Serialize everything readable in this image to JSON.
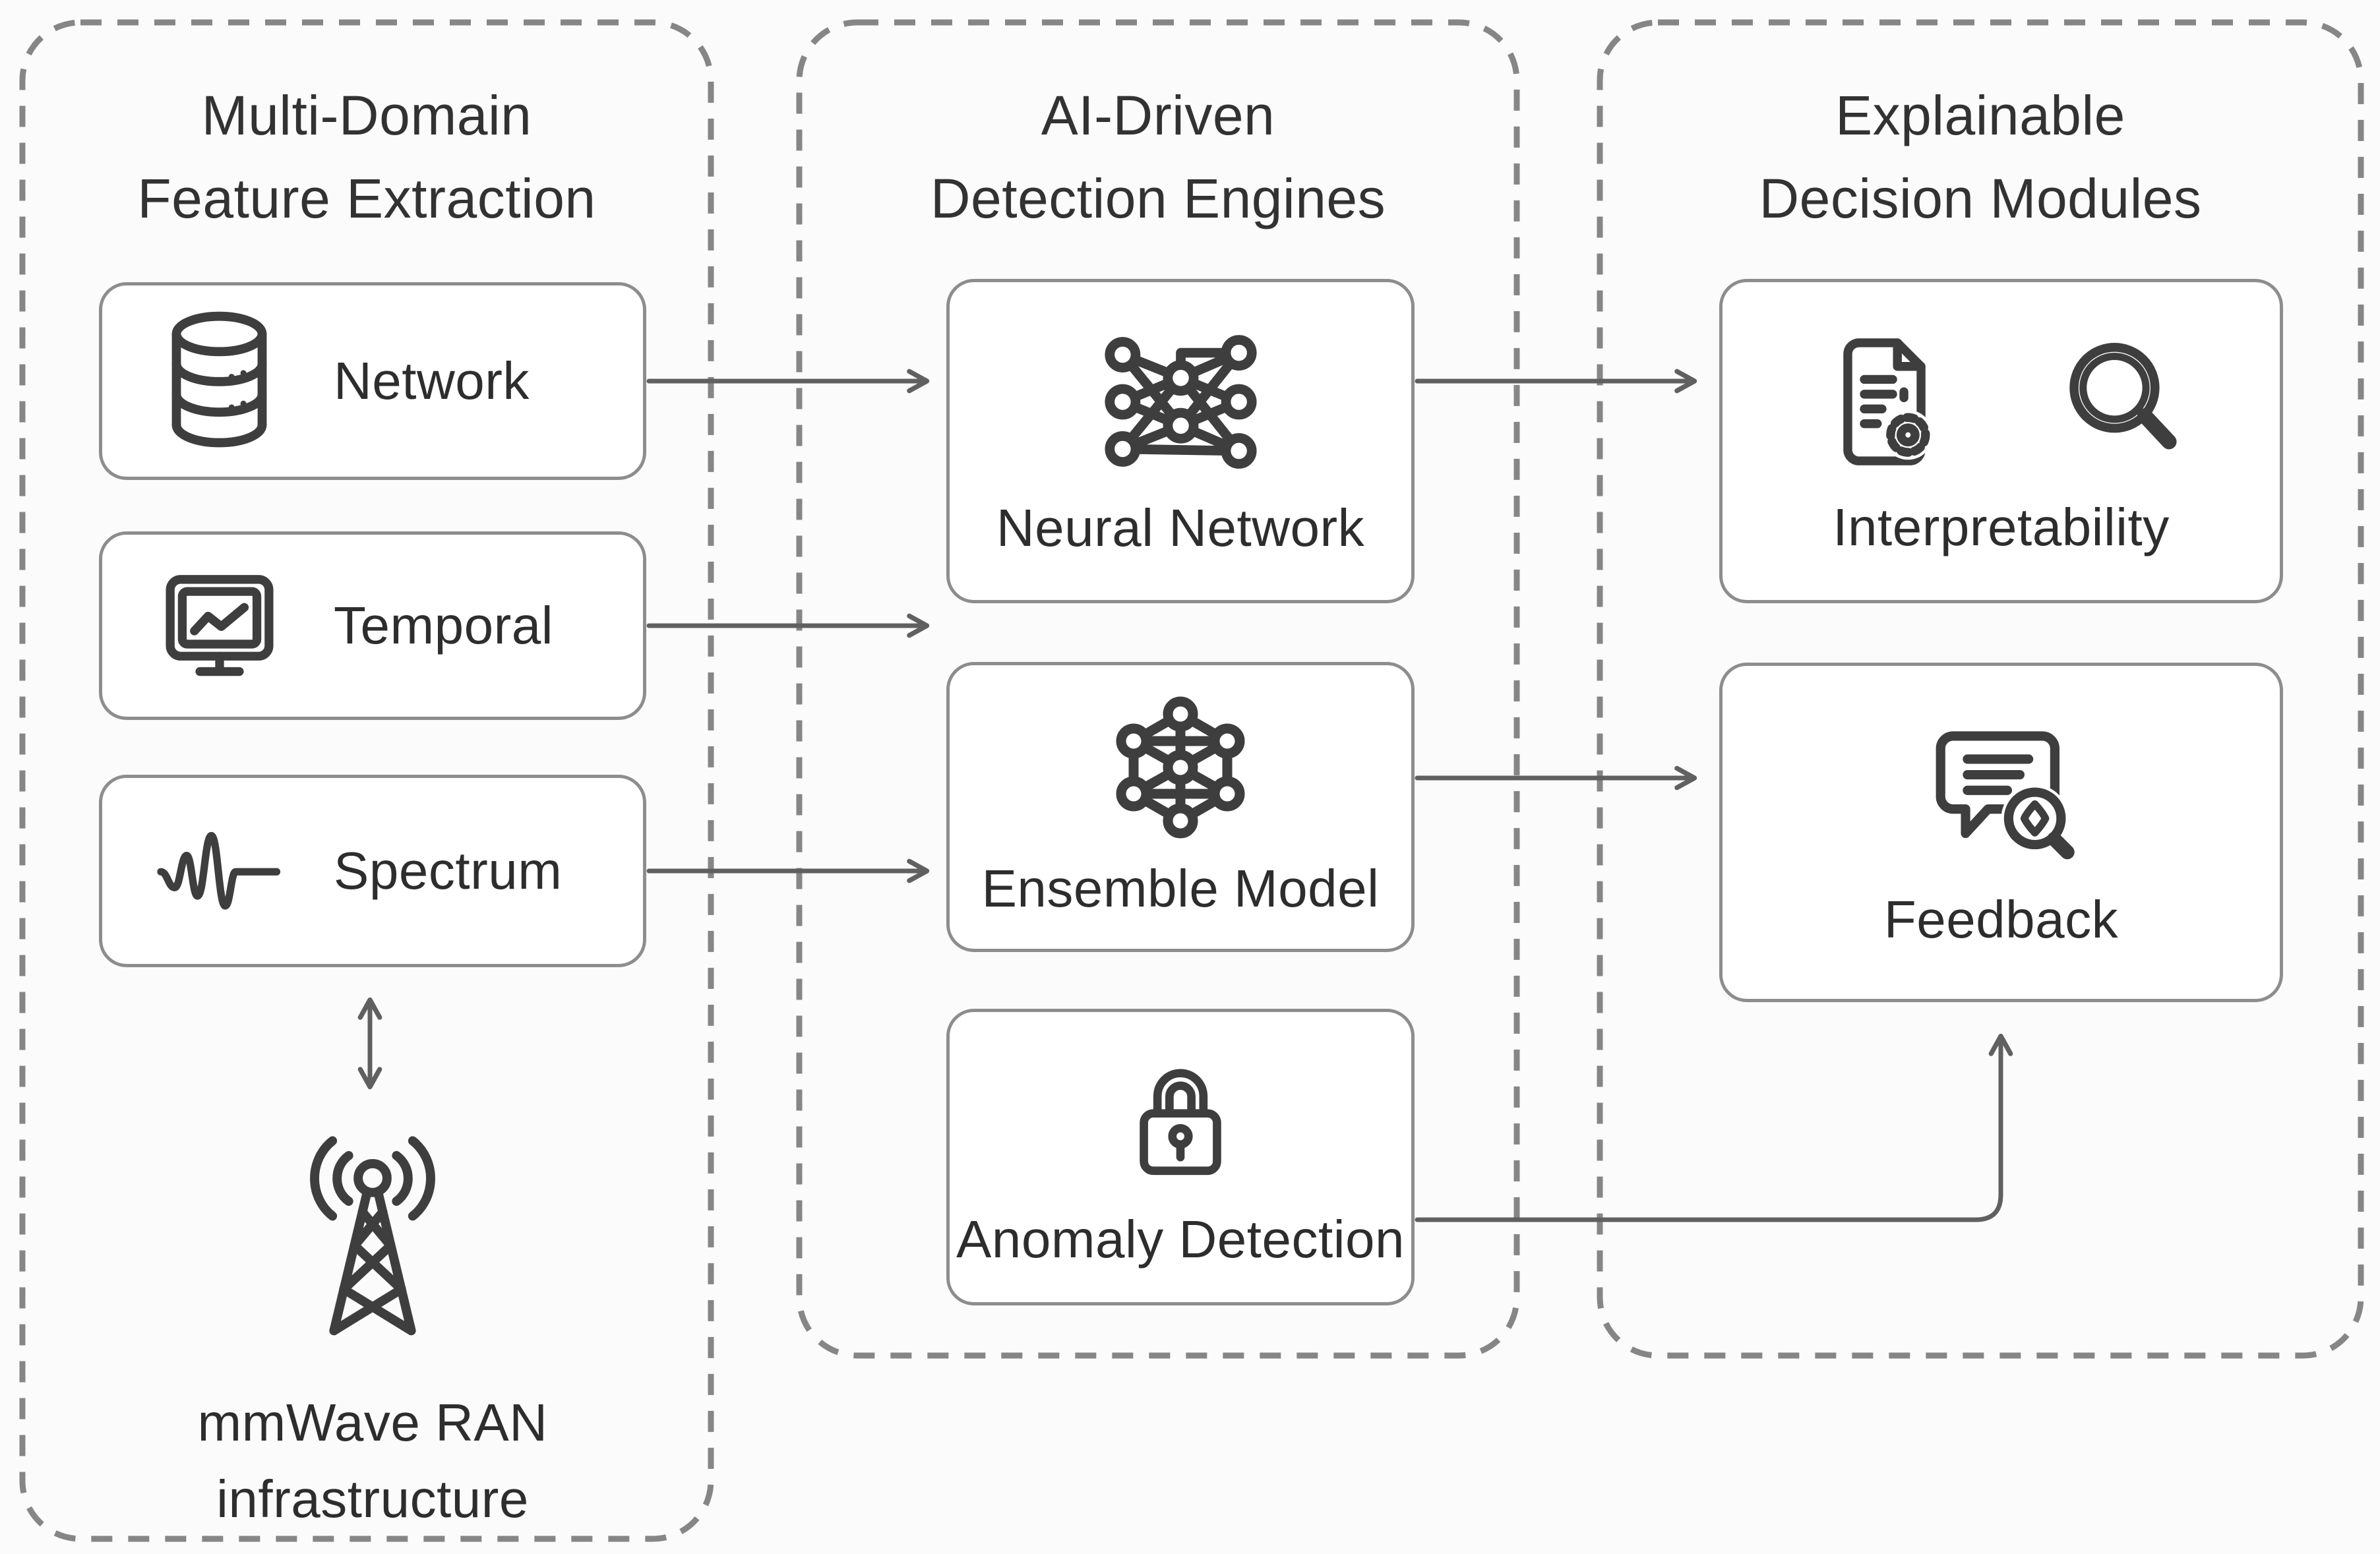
{
  "figure": {
    "type": "flow-diagram",
    "colors": {
      "background": "#fbfbfb",
      "box_fill": "#ffffff",
      "box_border": "#8d8d8d",
      "container_dash": "#868686",
      "arrow": "#606060",
      "icon_stroke": "#3e3e3e",
      "text": "#2d2d2d"
    },
    "columns": {
      "feature_extraction": {
        "title_line1": "Multi-Domain",
        "title_line2": "Feature Extraction",
        "boxes": [
          {
            "label": "Network",
            "icon": "database-icon"
          },
          {
            "label": "Temporal",
            "icon": "monitor-chart-icon"
          },
          {
            "label": "Spectrum",
            "icon": "waveform-icon"
          }
        ],
        "infrastructure": {
          "icon": "antenna-icon",
          "label_line1": "mmWave RAN",
          "label_line2": "infrastructure"
        }
      },
      "detection_engines": {
        "title_line1": "AI-Driven",
        "title_line2": "Detection Engines",
        "boxes": [
          {
            "label": "Neural Network",
            "icon": "neural-network-icon"
          },
          {
            "label": "Ensemble Model",
            "icon": "ensemble-graph-icon"
          },
          {
            "label": "Anomaly Detection",
            "icon": "padlock-icon"
          }
        ]
      },
      "decision_modules": {
        "title_line1": "Explainable",
        "title_line2": "Decision Modules",
        "boxes": [
          {
            "label": "Interpretability",
            "icons": [
              "document-gear-icon",
              "magnifier-icon"
            ]
          },
          {
            "label": "Feedback",
            "icon": "chat-search-icon"
          }
        ]
      }
    },
    "connections": [
      {
        "from": "Network",
        "to": "Neural Network",
        "bidirectional": false
      },
      {
        "from": "Temporal",
        "to": "AI-Driven Detection Engines",
        "bidirectional": false
      },
      {
        "from": "Spectrum",
        "to": "Ensemble Model",
        "bidirectional": false
      },
      {
        "from": "Neural Network",
        "to": "Interpretability",
        "bidirectional": false
      },
      {
        "from": "Ensemble Model",
        "to": "Feedback",
        "bidirectional": false
      },
      {
        "from": "Anomaly Detection",
        "to": "Feedback",
        "bidirectional": false
      },
      {
        "from": "Spectrum",
        "to": "mmWave RAN infrastructure",
        "bidirectional": true
      }
    ]
  }
}
